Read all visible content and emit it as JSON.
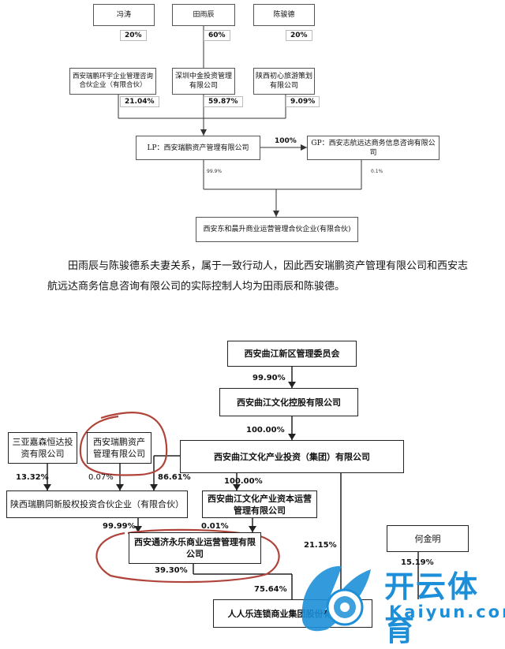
{
  "diagram_top": {
    "persons": [
      "冯涛",
      "田雨辰",
      "陈骏德"
    ],
    "person_pct": [
      "20%",
      "60%",
      "20%"
    ],
    "entities": [
      "西安瑞鹏环宇企业管理咨询合伙企业（有限合伙）",
      "深圳中金投资管理有限公司",
      "陕西初心旅游策划有限公司"
    ],
    "entity_pct": [
      "21.04%",
      "59.87%",
      "9.09%"
    ],
    "lp": "LP：西安瑞鹏资产管理有限公司",
    "gp": "GP：西安志航远达商务信息咨询有限公司",
    "lp_gp_pct": "100%",
    "lp_share": "99.9%",
    "gp_share": "0.1%",
    "bottom": "西安东和晨升商业运营管理合伙企业(有限合伙)"
  },
  "paragraph": "田雨辰与陈骏德系夫妻关系，属于一致行动人，因此西安瑞鹏资产管理有限公司和西安志航远达商务信息咨询有限公司的实际控制人均为田雨辰和陈骏德。",
  "diagram_bottom": {
    "committee": "西安曲江新区管理委员会",
    "pct_committee": "99.90%",
    "holding": "西安曲江文化控股有限公司",
    "pct_holding": "100.00%",
    "group": "西安曲江文化产业投资（集团）有限公司",
    "sanya": "三亚嘉森恒达投资有限公司",
    "ruipeng": "西安瑞鹏资产管理有限公司",
    "tongxin": "陕西瑞鹏同新股权投资合伙企业（有限合伙）",
    "capital": "西安曲江文化产业资本运营管理有限公司",
    "tongji": "西安通济永乐商业运营管理有限公司",
    "hejinming": "何金明",
    "renren": "人人乐连锁商业集团股份有限公司",
    "pct_sanya": "13.32%",
    "pct_ruipeng": "0.07%",
    "pct_group_tongxin": "86.61%",
    "pct_group_capital": "100.00%",
    "pct_tongxin_tongji": "99.99%",
    "pct_capital_tongji": "0.01%",
    "pct_group_renren": "21.15%",
    "pct_tongji_renren": "39.30%",
    "pct_hejinming": "15.19%",
    "pct_total": "75.64%"
  },
  "watermark": {
    "brand": "开云体育",
    "url": "Kaiyun.com"
  }
}
